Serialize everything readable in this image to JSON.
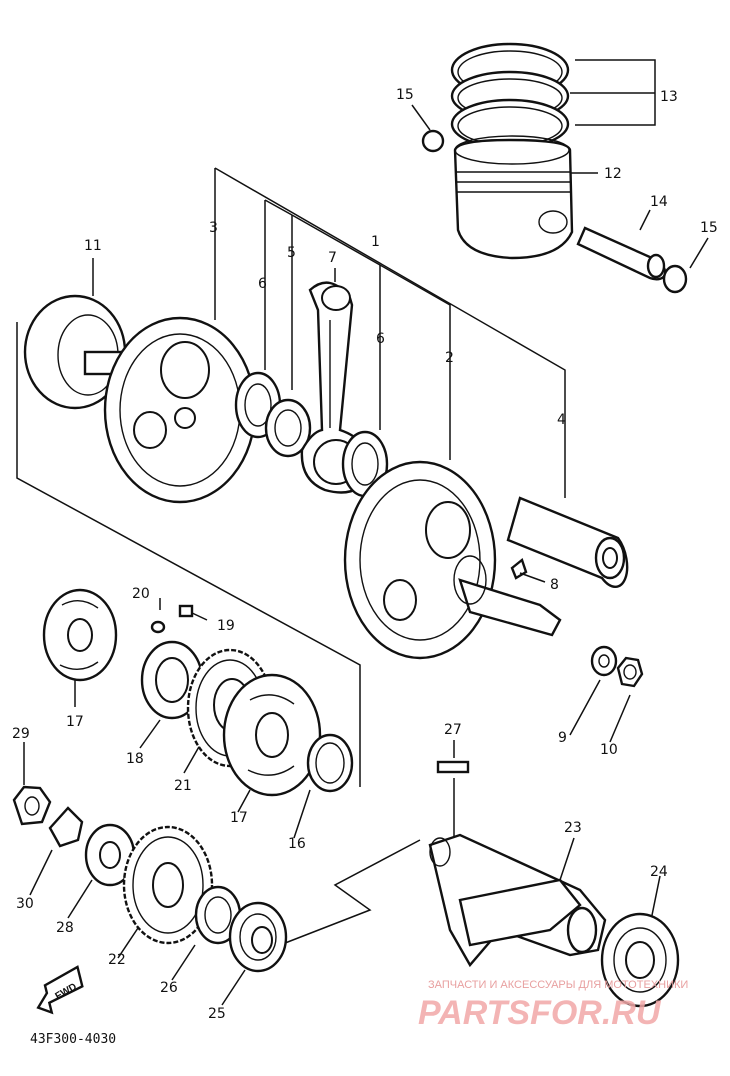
{
  "diagram": {
    "callouts": [
      {
        "id": "p15a",
        "text": "15"
      },
      {
        "id": "p13",
        "text": "13"
      },
      {
        "id": "p12",
        "text": "12"
      },
      {
        "id": "p14",
        "text": "14"
      },
      {
        "id": "p15b",
        "text": "15"
      },
      {
        "id": "p3",
        "text": "3"
      },
      {
        "id": "p5",
        "text": "5"
      },
      {
        "id": "p7",
        "text": "7"
      },
      {
        "id": "p1",
        "text": "1"
      },
      {
        "id": "p11",
        "text": "11"
      },
      {
        "id": "p6a",
        "text": "6"
      },
      {
        "id": "p6b",
        "text": "6"
      },
      {
        "id": "p2",
        "text": "2"
      },
      {
        "id": "p4",
        "text": "4"
      },
      {
        "id": "p8",
        "text": "8"
      },
      {
        "id": "p20",
        "text": "20"
      },
      {
        "id": "p19",
        "text": "19"
      },
      {
        "id": "p17a",
        "text": "17"
      },
      {
        "id": "p18",
        "text": "18"
      },
      {
        "id": "p21",
        "text": "21"
      },
      {
        "id": "p17b",
        "text": "17"
      },
      {
        "id": "p16",
        "text": "16"
      },
      {
        "id": "p9",
        "text": "9"
      },
      {
        "id": "p10",
        "text": "10"
      },
      {
        "id": "p29",
        "text": "29"
      },
      {
        "id": "p27",
        "text": "27"
      },
      {
        "id": "p23",
        "text": "23"
      },
      {
        "id": "p30",
        "text": "30"
      },
      {
        "id": "p28",
        "text": "28"
      },
      {
        "id": "p22",
        "text": "22"
      },
      {
        "id": "p24",
        "text": "24"
      },
      {
        "id": "p26",
        "text": "26"
      },
      {
        "id": "p25",
        "text": "25"
      }
    ],
    "fwd_label": "FWD",
    "diagram_code": "43F300-4030"
  },
  "watermark": {
    "line1": "ЗАПЧАСТИ И АКСЕССУАРЫ ДЛЯ МОТОТЕХНИКИ",
    "logo": "PARTSFOR.RU"
  }
}
